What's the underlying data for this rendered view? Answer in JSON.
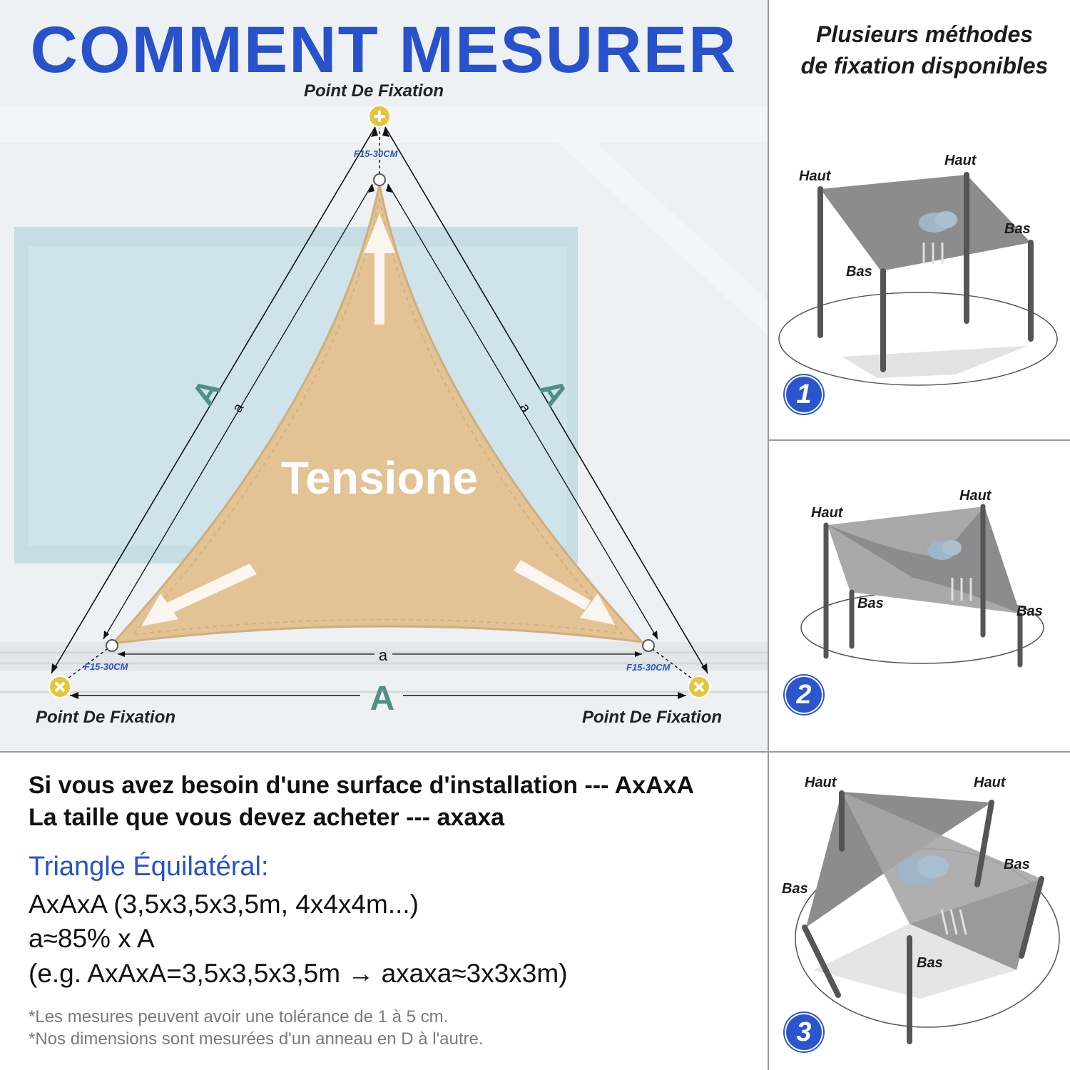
{
  "main": {
    "title": "COMMENT MESURER",
    "fixation_top": "Point De Fixation",
    "fixation_left": "Point De Fixation",
    "fixation_right": "Point De Fixation",
    "gap_top": "F15-30CM",
    "gap_left": "F15-30CM",
    "gap_right": "F15-30CM",
    "outer_side_label": "A",
    "inner_side_label": "a",
    "center_label": "Tensione"
  },
  "side": {
    "title_line1": "Plusieurs méthodes",
    "title_line2": "de fixation disponibles",
    "methods": [
      {
        "number": "1",
        "haut_left": "Haut",
        "haut_right": "Haut",
        "bas_left": "Bas",
        "bas_right": "Bas"
      },
      {
        "number": "2",
        "haut_left": "Haut",
        "haut_right": "Haut",
        "bas_left": "Bas",
        "bas_right": "Bas"
      },
      {
        "number": "3",
        "haut_left": "Haut",
        "haut_right": "Haut",
        "bas_left": "Bas",
        "bas_right": "Bas",
        "bas_bottom": "Bas"
      }
    ]
  },
  "info": {
    "line1": "Si vous avez besoin d'une surface d'installation --- AxAxA",
    "line2": "La taille que vous devez acheter --- axaxa",
    "eq_title": "Triangle Équilatéral:",
    "eq1": "AxAxA (3,5x3,5x3,5m, 4x4x4m...)",
    "eq2": "a≈85% x A",
    "eq3": "(e.g. AxAxA=3,5x3,5x3,5m → axaxa≈3x3x3m)",
    "note1": "*Les mesures peuvent avoir une tolérance de 1 à 5 cm.",
    "note2": "*Nos dimensions sont mesurées d'un anneau en D à l'autre."
  },
  "colors": {
    "accent_blue": "#2752cc",
    "sail_beige": "#e3c293",
    "label_teal": "#4f8f86",
    "fix_point_yellow": "#e6c53a",
    "shade_grey": "#8c8c8c"
  }
}
